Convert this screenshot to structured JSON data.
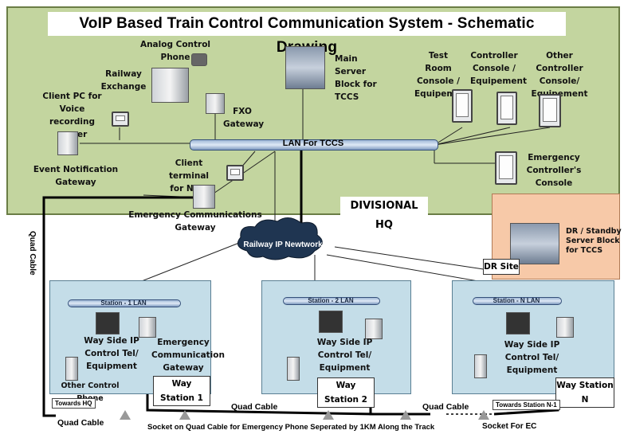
{
  "title": "VoIP Based Train Control Communication System - Schematic Drawing",
  "divisional_hq": {
    "label": "DIVISIONAL HQ",
    "lan_label": "LAN For TCCS",
    "nodes": {
      "analog_phone": "Analog Control Phone",
      "railway_exchange": "Railway Exchange",
      "main_server": "Main Server Block for TCCS",
      "test_room": "Test Room Console / Equipement",
      "controller_console": "Controller Console / Equipement",
      "other_controller": "Other Controller Console/ Equipement",
      "client_pc": "Client PC for Voice recording server",
      "fxo_gateway": "FXO Gateway",
      "event_gateway": "Event Notification Gateway",
      "client_nms": "Client terminal for NMS",
      "emergency_controller": "Emergency Controller's Console",
      "emergency_gateway": "Emergency Communications  Gateway"
    }
  },
  "cloud_label": "Railway IP Newtwork",
  "dr_site": {
    "label": "DR Site",
    "server": "DR / Standby Server Block for TCCS"
  },
  "stations": [
    {
      "lan": "Station - 1 LAN",
      "name": "Way Station 1",
      "tel": "Way Side IP Control Tel/ Equipment",
      "other_phone": "Other Control Phone",
      "gateway": "Emergency Communication Gateway"
    },
    {
      "lan": "Station - 2 LAN",
      "name": "Way Station 2",
      "tel": "Way Side IP Control Tel/ Equipment"
    },
    {
      "lan": "Station - N LAN",
      "name": "Way Station N",
      "tel": "Way Side IP Control Tel/ Equipment"
    }
  ],
  "cables": {
    "quad_cable_vertical": "Quad Cable",
    "quad_cable_left": "Quad Cable",
    "quad_cable_mid": "Quad Cable",
    "quad_cable_right": "Quad Cable",
    "towards_hq": "Towards HQ",
    "towards_station_n1": "Towards Station N-1",
    "socket_note": "Socket on Quad Cable for Emergency Phone Seperated by 1KM Along the Track",
    "socket_ec": "Socket For EC"
  }
}
